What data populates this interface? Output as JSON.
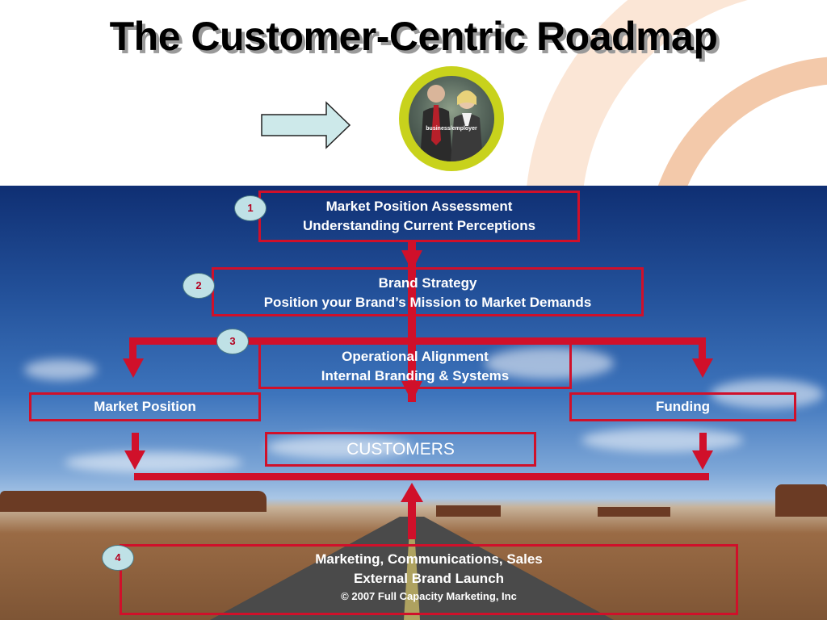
{
  "slide": {
    "title": "The Customer-Centric Roadmap",
    "badge_caption": "business/employer"
  },
  "steps": [
    {
      "number": "1",
      "line1": "Market Position Assessment",
      "line2": "Understanding Current Perceptions"
    },
    {
      "number": "2",
      "line1": "Brand Strategy",
      "line2": "Position your Brand’s Mission to Market Demands"
    },
    {
      "number": "3",
      "line1": "Operational Alignment",
      "line2": "Internal Branding & Systems"
    },
    {
      "number": "4",
      "line1": "Marketing, Communications, Sales",
      "line2": "External Brand Launch",
      "credit": "© 2007 Full Capacity Marketing, Inc"
    }
  ],
  "outcomes": {
    "left": "Market Position",
    "right": "Funding",
    "center": "CUSTOMERS"
  },
  "colors": {
    "accent_red": "#d0102a",
    "badge_ring": "#c8d21c",
    "number_fill": "#bfe1e6",
    "arrow_fill": "#cde9ea"
  },
  "icons": {
    "header_arrow": "right-arrow-icon",
    "logo": "business-people-badge"
  }
}
